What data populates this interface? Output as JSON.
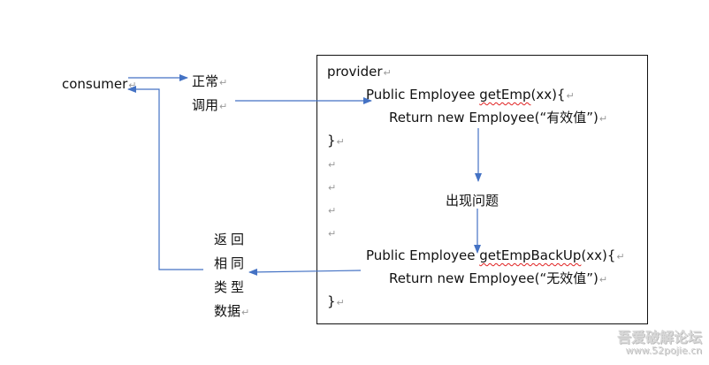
{
  "consumer": {
    "label": "consumer"
  },
  "normal_call": {
    "line1": "正常",
    "line2": "调用"
  },
  "provider": {
    "title": "provider",
    "method1_prefix": "Public Employee ",
    "method1_name": "getEmp",
    "method1_suffix": "(xx){",
    "return1": "Return new Employee(“有效值”)",
    "close1": "}",
    "method2_prefix": "Public Employee ",
    "method2_name": "getEmpBackUp",
    "method2_suffix": "(xx){",
    "return2": "Return new Employee(“无效值”)",
    "close2": "}"
  },
  "problem": {
    "label": "出现问题"
  },
  "return_same": {
    "line1": "返回",
    "line2": "相同",
    "line3": "类型",
    "line4": "数据"
  },
  "marks": {
    "paragraph": "↵"
  },
  "watermark": {
    "line1": "吾爱破解论坛",
    "line2": "www.52pojie.cn"
  },
  "colors": {
    "arrow": "#4472c4",
    "border": "#111111",
    "squiggle": "#e02020"
  }
}
